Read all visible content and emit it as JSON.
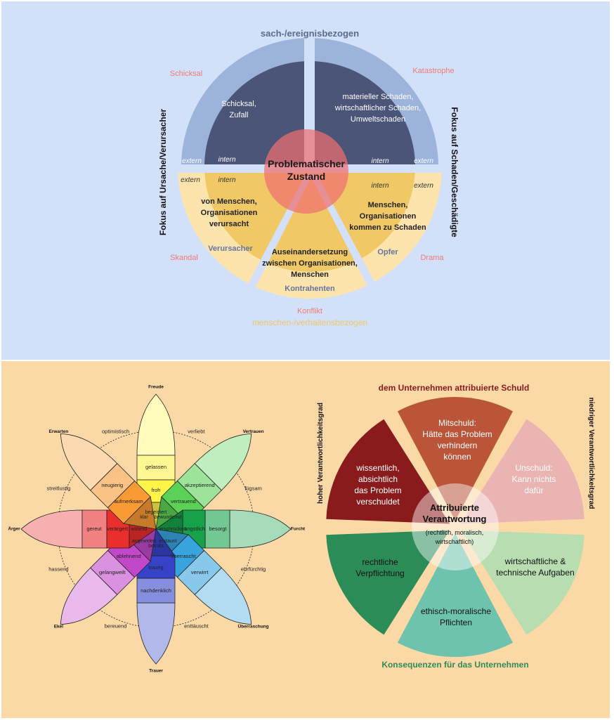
{
  "colors": {
    "top_bg": "#d3e0fa",
    "bottom_bg": "#fbd9a7",
    "navy": "#4a5578",
    "light_blue": "#9cb3dc",
    "core_red": "#e66e6e",
    "gold": "#f0c865",
    "cream": "#fde4ad",
    "salmon": "#ef7b74",
    "section_title": "#5a6a91",
    "shared_red": "#8a1b1d",
    "mid_red": "#bb553a",
    "pink": "#e9b4b2",
    "dark_green": "#2b8c58",
    "teal": "#6ec3ad",
    "light_green": "#b8ddb0",
    "consequence_green": "#2f8a55"
  },
  "diagram1": {
    "top_title": "sach-/ereignisbezogen",
    "bottom_title_red": "Konflikt",
    "bottom_title_gold": "menschen-/verhaltensbezogen",
    "left_axis": "Fokus auf Ursache/Verursacher",
    "right_axis": "Fokus auf Schaden/Geschädigte",
    "center": [
      "Problematischer",
      "Zustand"
    ],
    "outer_labels": {
      "schicksal": "Schicksal",
      "katastrophe": "Katastrophe",
      "skandal": "Skandal",
      "drama": "Drama"
    },
    "inner_texts": {
      "schicksal": [
        "Schicksal,",
        "Zufall"
      ],
      "schaden": [
        "materieller Schaden,",
        "wirtschaftlicher Schaden,",
        "Umweltschaden"
      ],
      "menschen": [
        "von Menschen,",
        "Organisationen",
        "verursacht"
      ],
      "kommen": [
        "Menschen,",
        "Organisationen",
        "kommen zu Schaden"
      ],
      "auseinander": [
        "Auseinandersetzung",
        "zwischen Organisationen,",
        "Menschen"
      ]
    },
    "role_labels": {
      "verursacher": "Verursacher",
      "opfer": "Opfer",
      "kontrahenten": "Kontrahenten"
    },
    "intern": "intern",
    "extern": "extern"
  },
  "emotion_wheel": {
    "petal_names": [
      "Freude",
      "Vertrauen",
      "Furcht",
      "Überraschung",
      "Trauer",
      "Ekel",
      "Ärger",
      "Erwarten"
    ],
    "outer_words": [
      "gelassen",
      "akzeptierend",
      "besorgt",
      "verwirrt",
      "nachdenklich",
      "gelangweilt",
      "gereut",
      "neugierig"
    ],
    "middle_words": [
      "froh",
      "vertrauend",
      "ängstlich",
      "überrascht",
      "traurig",
      "ablehnend",
      "verärgert",
      "aufmerksam"
    ],
    "inner_words": [
      "begeistert",
      "bewundernd",
      "erschrocken",
      "erstaunt",
      "betrübt",
      "angewidert",
      "wütend",
      "klar"
    ],
    "between_words": [
      "verliebt",
      "fügsam",
      "ehrfürchtig",
      "enttäuscht",
      "bereuend",
      "hassend",
      "streitlustig",
      "optimistisch"
    ],
    "petal_colors": [
      "#fff44a",
      "#5bd155",
      "#16a14a",
      "#38a4de",
      "#3643c9",
      "#c248c9",
      "#ea2d2d",
      "#f99a35"
    ]
  },
  "diagram3": {
    "top_title": "dem Unternehmen attribuierte Schuld",
    "bottom_title": "Konsequenzen für das Unternehmen",
    "left_axis": "hoher Verantwortlichkeitsgrad",
    "right_axis": "niedriger Verantwortlichkeitsgrad",
    "center_title": [
      "Attribuierte",
      "Verantwortung"
    ],
    "center_sub": [
      "(rechtlich, moralisch,",
      "wirtschaftlich)"
    ],
    "sectors": {
      "mitschuld": [
        "Mitschuld:",
        "Hätte das Problem",
        "verhindern",
        "können"
      ],
      "unschuld": [
        "Unschuld:",
        "Kann nichts",
        "dafür"
      ],
      "wissentlich": [
        "wissentlich,",
        "absichtlich",
        "das Problem",
        "verschuldet"
      ],
      "rechtliche": [
        "rechtliche",
        "Verpflichtung"
      ],
      "ethisch": [
        "ethisch-moralische",
        "Pflichten"
      ],
      "wirtschaftliche": [
        "wirtschaftliche &",
        "technische Aufgaben"
      ]
    }
  }
}
